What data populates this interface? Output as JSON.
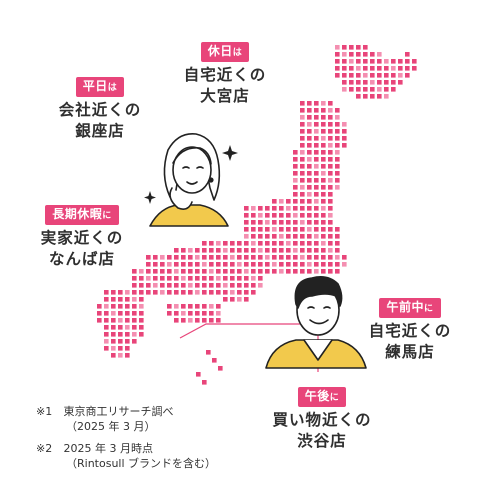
{
  "accent_color": "#e8457a",
  "callouts": {
    "holiday": {
      "tag": "休日",
      "suffix": "は",
      "line1": "自宅近くの",
      "line2": "大宮店"
    },
    "weekday": {
      "tag": "平日",
      "suffix": "は",
      "line1": "会社近くの",
      "line2": "銀座店"
    },
    "vacation": {
      "tag": "長期休暇",
      "suffix": "に",
      "line1": "実家近くの",
      "line2": "なんば店"
    },
    "morning": {
      "tag": "午前中",
      "suffix": "に",
      "line1": "自宅近くの",
      "line2": "練馬店"
    },
    "afternoon": {
      "tag": "午後",
      "suffix": "に",
      "line1": "買い物近くの",
      "line2": "渋谷店"
    }
  },
  "notes": {
    "n1": {
      "mark": "※1",
      "line1": "東京商工リサーチ調べ",
      "line2": "（2025 年 3 月）"
    },
    "n2": {
      "mark": "※2",
      "line1": "2025 年 3 月時点",
      "line2": "（Rintosull ブランドを含む）"
    }
  },
  "icons": [
    "sparkle-icon",
    "sparkle-icon",
    "woman-illustration",
    "man-illustration"
  ]
}
